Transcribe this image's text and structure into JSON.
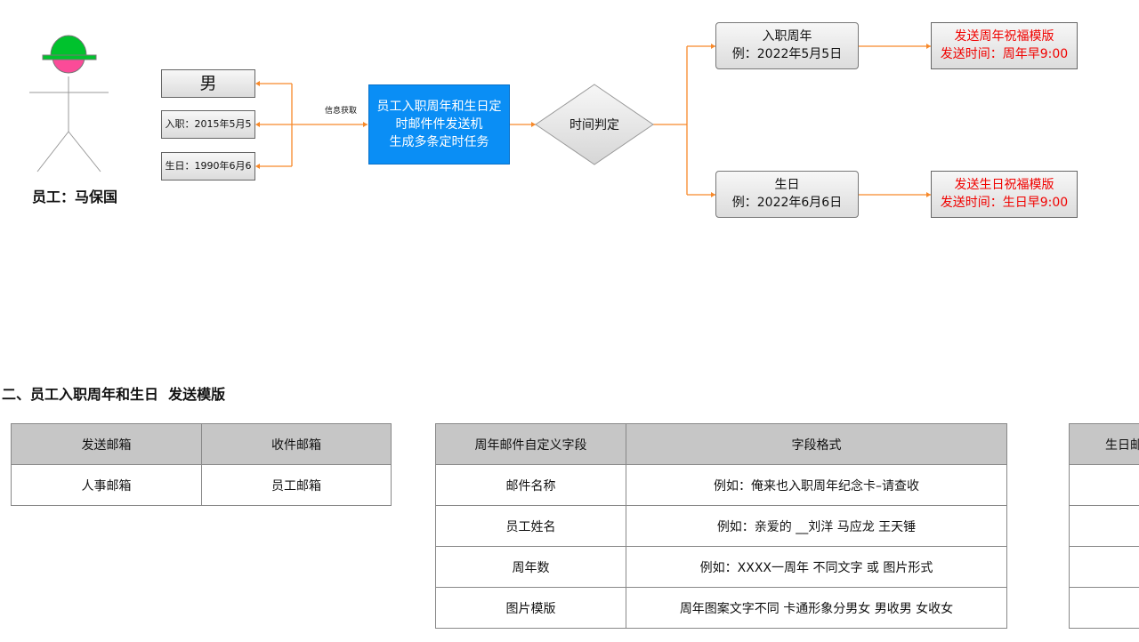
{
  "employee": {
    "label": "员工：马保国",
    "hat_color": "#00c22d",
    "face_color": "#fb4b98"
  },
  "info_boxes": {
    "gender": "男",
    "hire_date": "入职：2015年5月5",
    "birthday": "生日：1990年6月6"
  },
  "connector_label": "信息获取",
  "engine_box": {
    "lines": [
      "员工入职周年和生日定",
      "时邮件件发送机",
      "生成多条定时任务"
    ],
    "color": "#0a8ef5"
  },
  "decision": "时间判定",
  "branches": [
    {
      "title": "入职周年",
      "example": "例：2022年5月5日",
      "action": "发送周年祝福模版",
      "time": "发送时间：周年早9:00"
    },
    {
      "title": "生日",
      "example": "例：2022年6月6日",
      "action": "发送生日祝福模版",
      "time": "发送时间：生日早9:00"
    }
  ],
  "connector_color": "#f7892a",
  "section_heading": "二、员工入职周年和生日  发送模版",
  "table1": {
    "headers": [
      "发送邮箱",
      "收件邮箱"
    ],
    "rows": [
      [
        "人事邮箱",
        "员工邮箱"
      ]
    ]
  },
  "table2": {
    "headers": [
      "周年邮件自定义字段",
      "字段格式"
    ],
    "rows": [
      [
        "邮件名称",
        "例如：俺来也入职周年纪念卡–请查收"
      ],
      [
        "员工姓名",
        "例如：亲爱的 __刘洋  马应龙 王天锤"
      ],
      [
        "周年数",
        "例如：XXXX一周年  不同文字 或 图片形式"
      ],
      [
        "图片模版",
        "周年图案文字不同 卡通形象分男女  男收男 女收女"
      ]
    ]
  },
  "table3": {
    "headers": [
      "生日邮"
    ]
  }
}
